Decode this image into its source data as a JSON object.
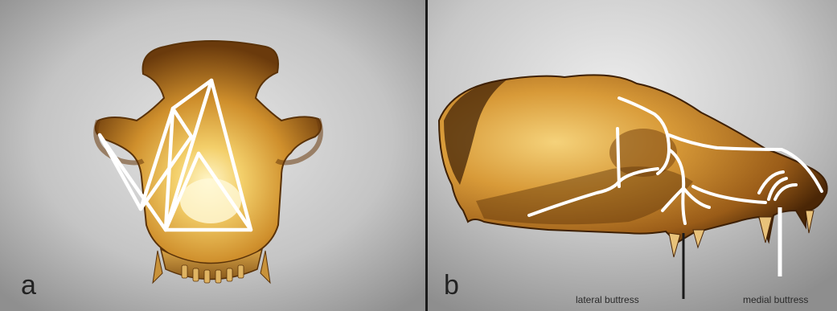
{
  "figure": {
    "panel_a": {
      "letter": "a"
    },
    "panel_b": {
      "letter": "b",
      "labels": {
        "lateral": "lateral buttress",
        "medial": "medial buttress"
      }
    }
  },
  "colors": {
    "background": "#c9c9c9",
    "bone_light": "#f2c765",
    "bone_mid": "#c98a2a",
    "bone_dark": "#5a3208",
    "buttress_lines": "#ffffff",
    "pointer_lateral": "#1a1a1a",
    "pointer_medial": "#ffffff"
  }
}
